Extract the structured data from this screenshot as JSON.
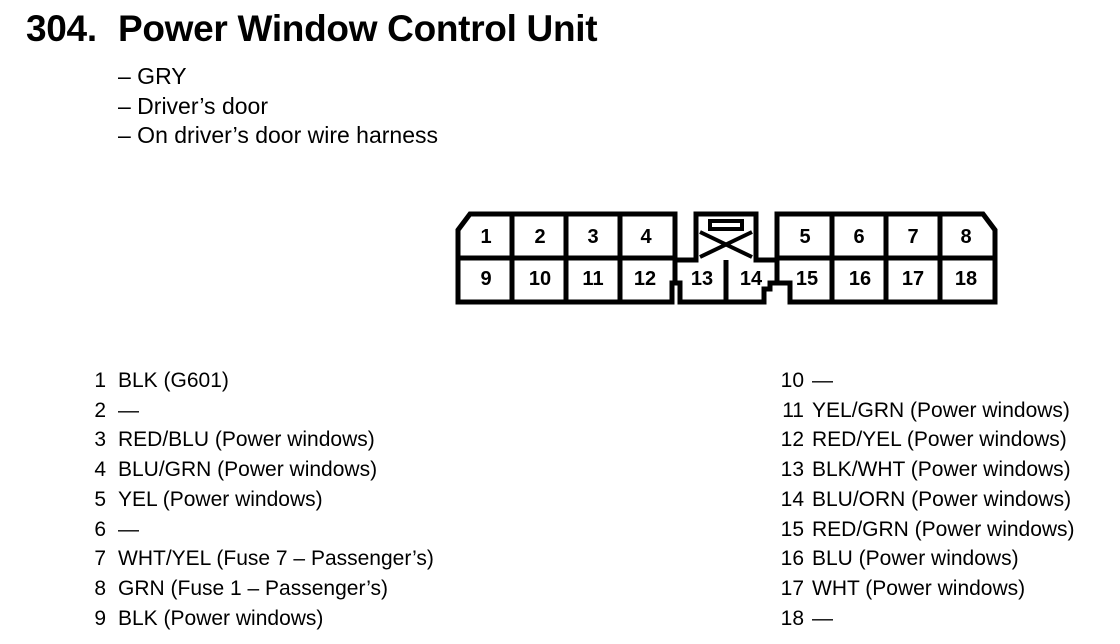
{
  "header": {
    "number": "304.",
    "title": "Power Window Control Unit"
  },
  "notes": [
    "– GRY",
    "– Driver’s door",
    "– On driver’s door wire harness"
  ],
  "connector": {
    "top_row": [
      "1",
      "2",
      "3",
      "4",
      "5",
      "6",
      "7",
      "8"
    ],
    "bottom_row": [
      "9",
      "10",
      "11",
      "12",
      "13",
      "14",
      "15",
      "16",
      "17",
      "18"
    ]
  },
  "pins_left": [
    {
      "pin": "1",
      "desc": "BLK (G601)"
    },
    {
      "pin": "2",
      "desc": "—"
    },
    {
      "pin": "3",
      "desc": "RED/BLU (Power windows)"
    },
    {
      "pin": "4",
      "desc": "BLU/GRN (Power windows)"
    },
    {
      "pin": "5",
      "desc": "YEL (Power windows)"
    },
    {
      "pin": "6",
      "desc": "—"
    },
    {
      "pin": "7",
      "desc": "WHT/YEL (Fuse 7 – Passenger’s)"
    },
    {
      "pin": "8",
      "desc": "GRN (Fuse 1 – Passenger’s)"
    },
    {
      "pin": "9",
      "desc": "BLK (Power windows)"
    }
  ],
  "pins_right": [
    {
      "pin": "10",
      "desc": "—"
    },
    {
      "pin": "11",
      "desc": "YEL/GRN (Power windows)"
    },
    {
      "pin": "12",
      "desc": "RED/YEL (Power windows)"
    },
    {
      "pin": "13",
      "desc": "BLK/WHT (Power windows)"
    },
    {
      "pin": "14",
      "desc": "BLU/ORN (Power windows)"
    },
    {
      "pin": "15",
      "desc": "RED/GRN (Power windows)"
    },
    {
      "pin": "16",
      "desc": "BLU (Power windows)"
    },
    {
      "pin": "17",
      "desc": "WHT (Power windows)"
    },
    {
      "pin": "18",
      "desc": "—"
    }
  ]
}
